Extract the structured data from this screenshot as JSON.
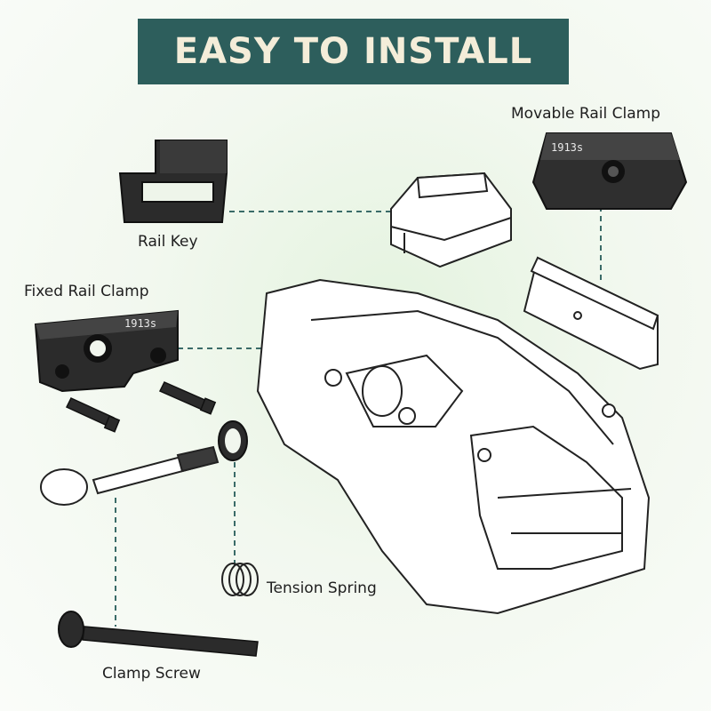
{
  "banner": {
    "title": "EASY TO INSTALL"
  },
  "labels": {
    "movable_rail_clamp": "Movable Rail Clamp",
    "rail_key": "Rail Key",
    "fixed_rail_clamp": "Fixed Rail Clamp",
    "tension_spring": "Tension Spring",
    "clamp_screw": "Clamp Screw"
  },
  "part_markings": {
    "movable": "1913s",
    "fixed": "1913s"
  },
  "colors": {
    "banner_bg": "#2d5e5c",
    "banner_text": "#f4edd9",
    "leader_line": "#3a6b68",
    "part_dark": "#2b2b2b"
  }
}
